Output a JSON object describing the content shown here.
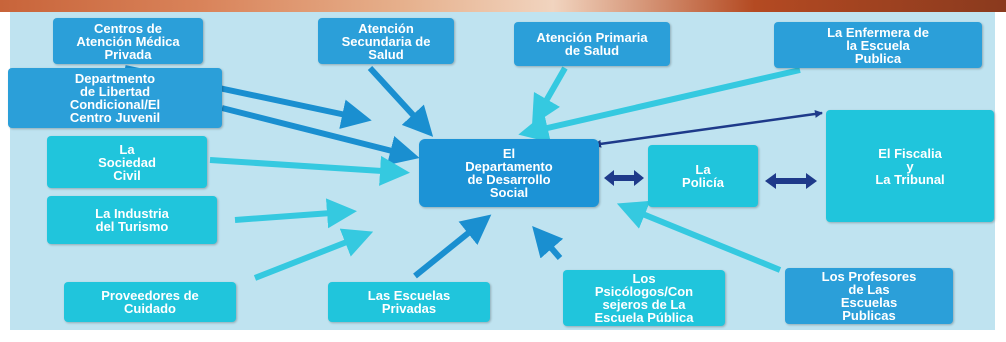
{
  "diagram": {
    "center": "El\nDepartamento\nde Desarrollo\nSocial",
    "nodes": {
      "centros_medica": "Centros de\nAtención Médica\nPrivada",
      "atencion_secundaria": "Atención\nSecundaria de\nSalud",
      "atencion_primaria": "Atención Primaria\nde Salud",
      "enfermera": "La Enfermera de\nla Escuela\nPublica",
      "libertad": "Departmento\nde Libertad\nCondicional/El\nCentro Juvenil",
      "sociedad": "La\nSociedad\nCivil",
      "turismo": "La Industria\ndel Turismo",
      "proveedores": "Proveedores de\nCuidado",
      "escuelas_privadas": "Las Escuelas\nPrivadas",
      "psicologos": "Los\nPsicólogos/Con\nsejeros de La\nEscuela Pública",
      "profesores": "Los Profesores\nde Las\nEscuelas\nPublicas",
      "policia": "La\nPolicía",
      "fiscalia": "El Fiscalia\ny\nLa Tribunal"
    },
    "colors": {
      "background": "#bfe3f0",
      "box_blue": "#2b9fd9",
      "box_teal": "#20c5dc",
      "center": "#1c93d6",
      "arrow_dark": "#1a8fd0",
      "arrow_light": "#35c9e0",
      "double_arrow": "#1e3a8a"
    }
  }
}
